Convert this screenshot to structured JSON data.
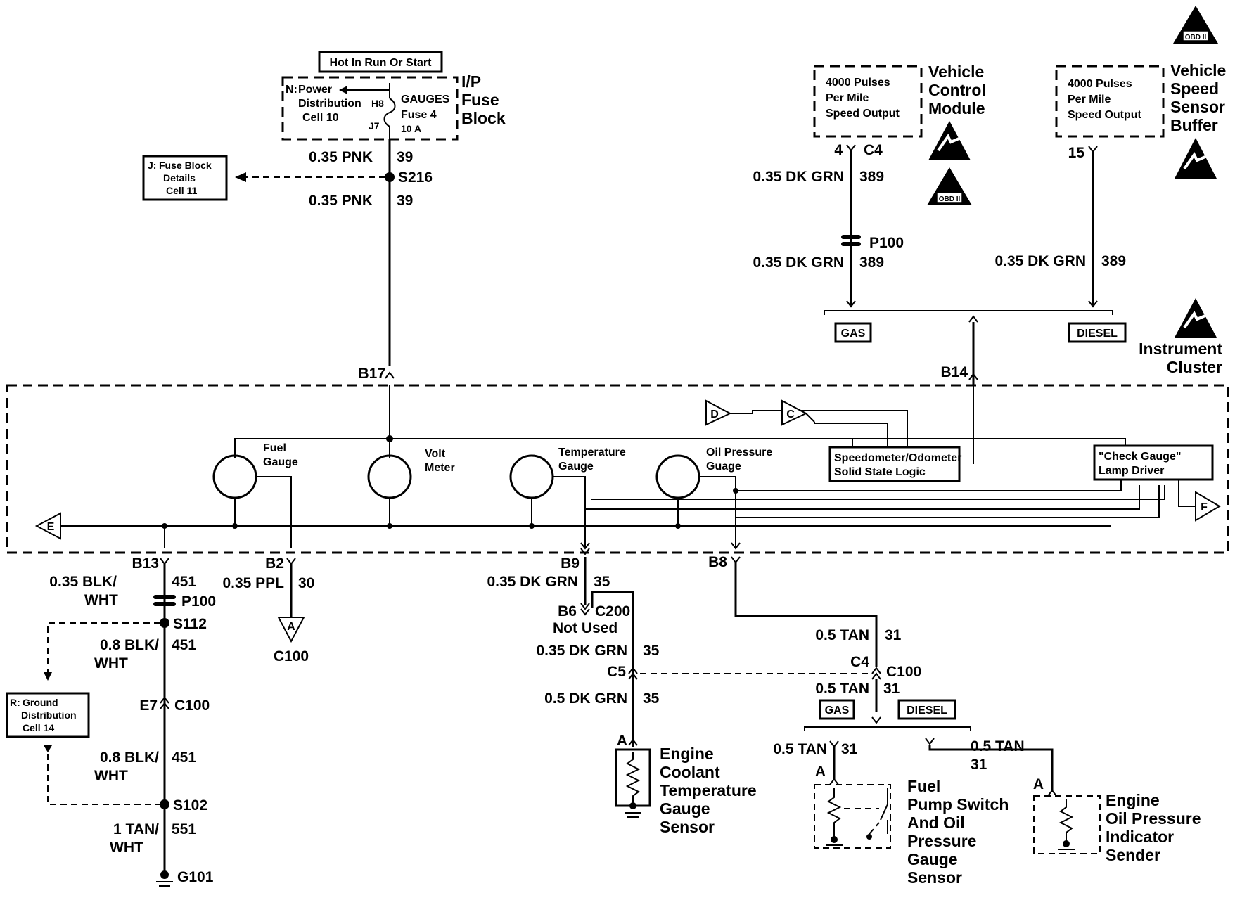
{
  "power": {
    "hot_label": "Hot In Run Or Start",
    "fuse_block_line1": "I/P",
    "fuse_block_line2": "Fuse",
    "fuse_block_line3": "Block",
    "power_dist_prefix": "N:",
    "power_dist_line1": "Power",
    "power_dist_line2": "Distribution",
    "power_dist_line3": "Cell 10",
    "fuse_top_pin": "H8",
    "fuse_bottom_pin": "J7",
    "fuse_line1": "GAUGES",
    "fuse_line2": "Fuse 4",
    "fuse_line3": "10 A",
    "wire_top_gauge": "0.35 PNK",
    "wire_top_circuit": "39",
    "splice": "S216",
    "wire_bot_gauge": "0.35 PNK",
    "wire_bot_circuit": "39",
    "fuse_details_prefix": "J:",
    "fuse_details_line1": "Fuse Block",
    "fuse_details_line2": "Details",
    "fuse_details_line3": "Cell 11",
    "pin_b17": "B17"
  },
  "vcm": {
    "pulses_line1": "4000 Pulses",
    "pulses_line2": "Per Mile",
    "pulses_line3": "Speed Output",
    "title_line1": "Vehicle",
    "title_line2": "Control",
    "title_line3": "Module",
    "pin": "4",
    "connector": "C4",
    "wire1_gauge": "0.35 DK GRN",
    "wire1_circuit": "389",
    "inline_conn": "P100",
    "wire2_gauge": "0.35 DK GRN",
    "wire2_circuit": "389",
    "gas_tag": "GAS",
    "obd_tag": "OBD II"
  },
  "vss": {
    "pulses_line1": "4000 Pulses",
    "pulses_line2": "Per Mile",
    "pulses_line3": "Speed Output",
    "title_line1": "Vehicle",
    "title_line2": "Speed",
    "title_line3": "Sensor",
    "title_line4": "Buffer",
    "pin": "15",
    "wire_gauge": "0.35 DK GRN",
    "wire_circuit": "389",
    "diesel_tag": "DIESEL",
    "obd_tag": "OBD II"
  },
  "cluster": {
    "title_line1": "Instrument",
    "title_line2": "Cluster",
    "pin_b14": "B14",
    "fuel_line1": "Fuel",
    "fuel_line2": "Gauge",
    "volt_line1": "Volt",
    "volt_line2": "Meter",
    "temp_line1": "Temperature",
    "temp_line2": "Gauge",
    "oil_line1": "Oil Pressure",
    "oil_line2": "Guage",
    "speedo_line1": "Speedometer/Odometer",
    "speedo_line2": "Solid State Logic",
    "check_line1": "\"Check Gauge\"",
    "check_line2": "Lamp Driver",
    "ref_d": "D",
    "ref_c": "C",
    "ref_e": "E",
    "ref_f": "F"
  },
  "ground": {
    "pin": "B13",
    "wire1_gauge_line1": "0.35 BLK/",
    "wire1_gauge_line2": "WHT",
    "wire1_circuit": "451",
    "inline_conn": "P100",
    "splice1": "S112",
    "wire2_gauge_line1": "0.8 BLK/",
    "wire2_gauge_line2": "WHT",
    "wire2_circuit": "451",
    "pin_e7": "E7",
    "conn_c100": "C100",
    "wire3_gauge_line1": "0.8 BLK/",
    "wire3_gauge_line2": "WHT",
    "wire3_circuit": "451",
    "splice2": "S102",
    "wire4_gauge_line1": "1 TAN/",
    "wire4_gauge_line2": "WHT",
    "wire4_circuit": "551",
    "ground_id": "G101",
    "dist_prefix": "R:",
    "dist_line1": "Ground",
    "dist_line2": "Distribution",
    "dist_line3": "Cell 14"
  },
  "fuel_out": {
    "pin": "B2",
    "wire_gauge": "0.35 PPL",
    "wire_circuit": "30",
    "ref": "A",
    "connector": "C100"
  },
  "temp_out": {
    "pin": "B9",
    "wire1_gauge": "0.35 DK GRN",
    "wire1_circuit": "35",
    "pin_b6": "B6",
    "conn_c200": "C200",
    "not_used": "Not Used",
    "wire2_gauge": "0.35 DK GRN",
    "wire2_circuit": "35",
    "pin_c5": "C5",
    "wire3_gauge": "0.5 DK GRN",
    "wire3_circuit": "35",
    "sensor_pin": "A",
    "sensor_line1": "Engine",
    "sensor_line2": "Coolant",
    "sensor_line3": "Temperature",
    "sensor_line4": "Gauge",
    "sensor_line5": "Sensor"
  },
  "oil_out": {
    "pin": "B8",
    "wire1_gauge": "0.5 TAN",
    "wire1_circuit": "31",
    "pin_c4": "C4",
    "conn_c100": "C100",
    "wire2_gauge": "0.5 TAN",
    "wire2_circuit": "31",
    "gas_tag": "GAS",
    "diesel_tag": "DIESEL",
    "wire3_gauge": "0.5 TAN",
    "wire3_circuit": "31",
    "wire4_gauge": "0.5 TAN",
    "wire4_circuit": "31",
    "switch_pin": "A",
    "switch_line1": "Fuel",
    "switch_line2": "Pump Switch",
    "switch_line3": "And Oil",
    "switch_line4": "Pressure",
    "switch_line5": "Gauge",
    "switch_line6": "Sensor",
    "sender_pin": "A",
    "sender_line1": "Engine",
    "sender_line2": "Oil Pressure",
    "sender_line3": "Indicator",
    "sender_line4": "Sender"
  },
  "top_right_obd": "OBD II"
}
